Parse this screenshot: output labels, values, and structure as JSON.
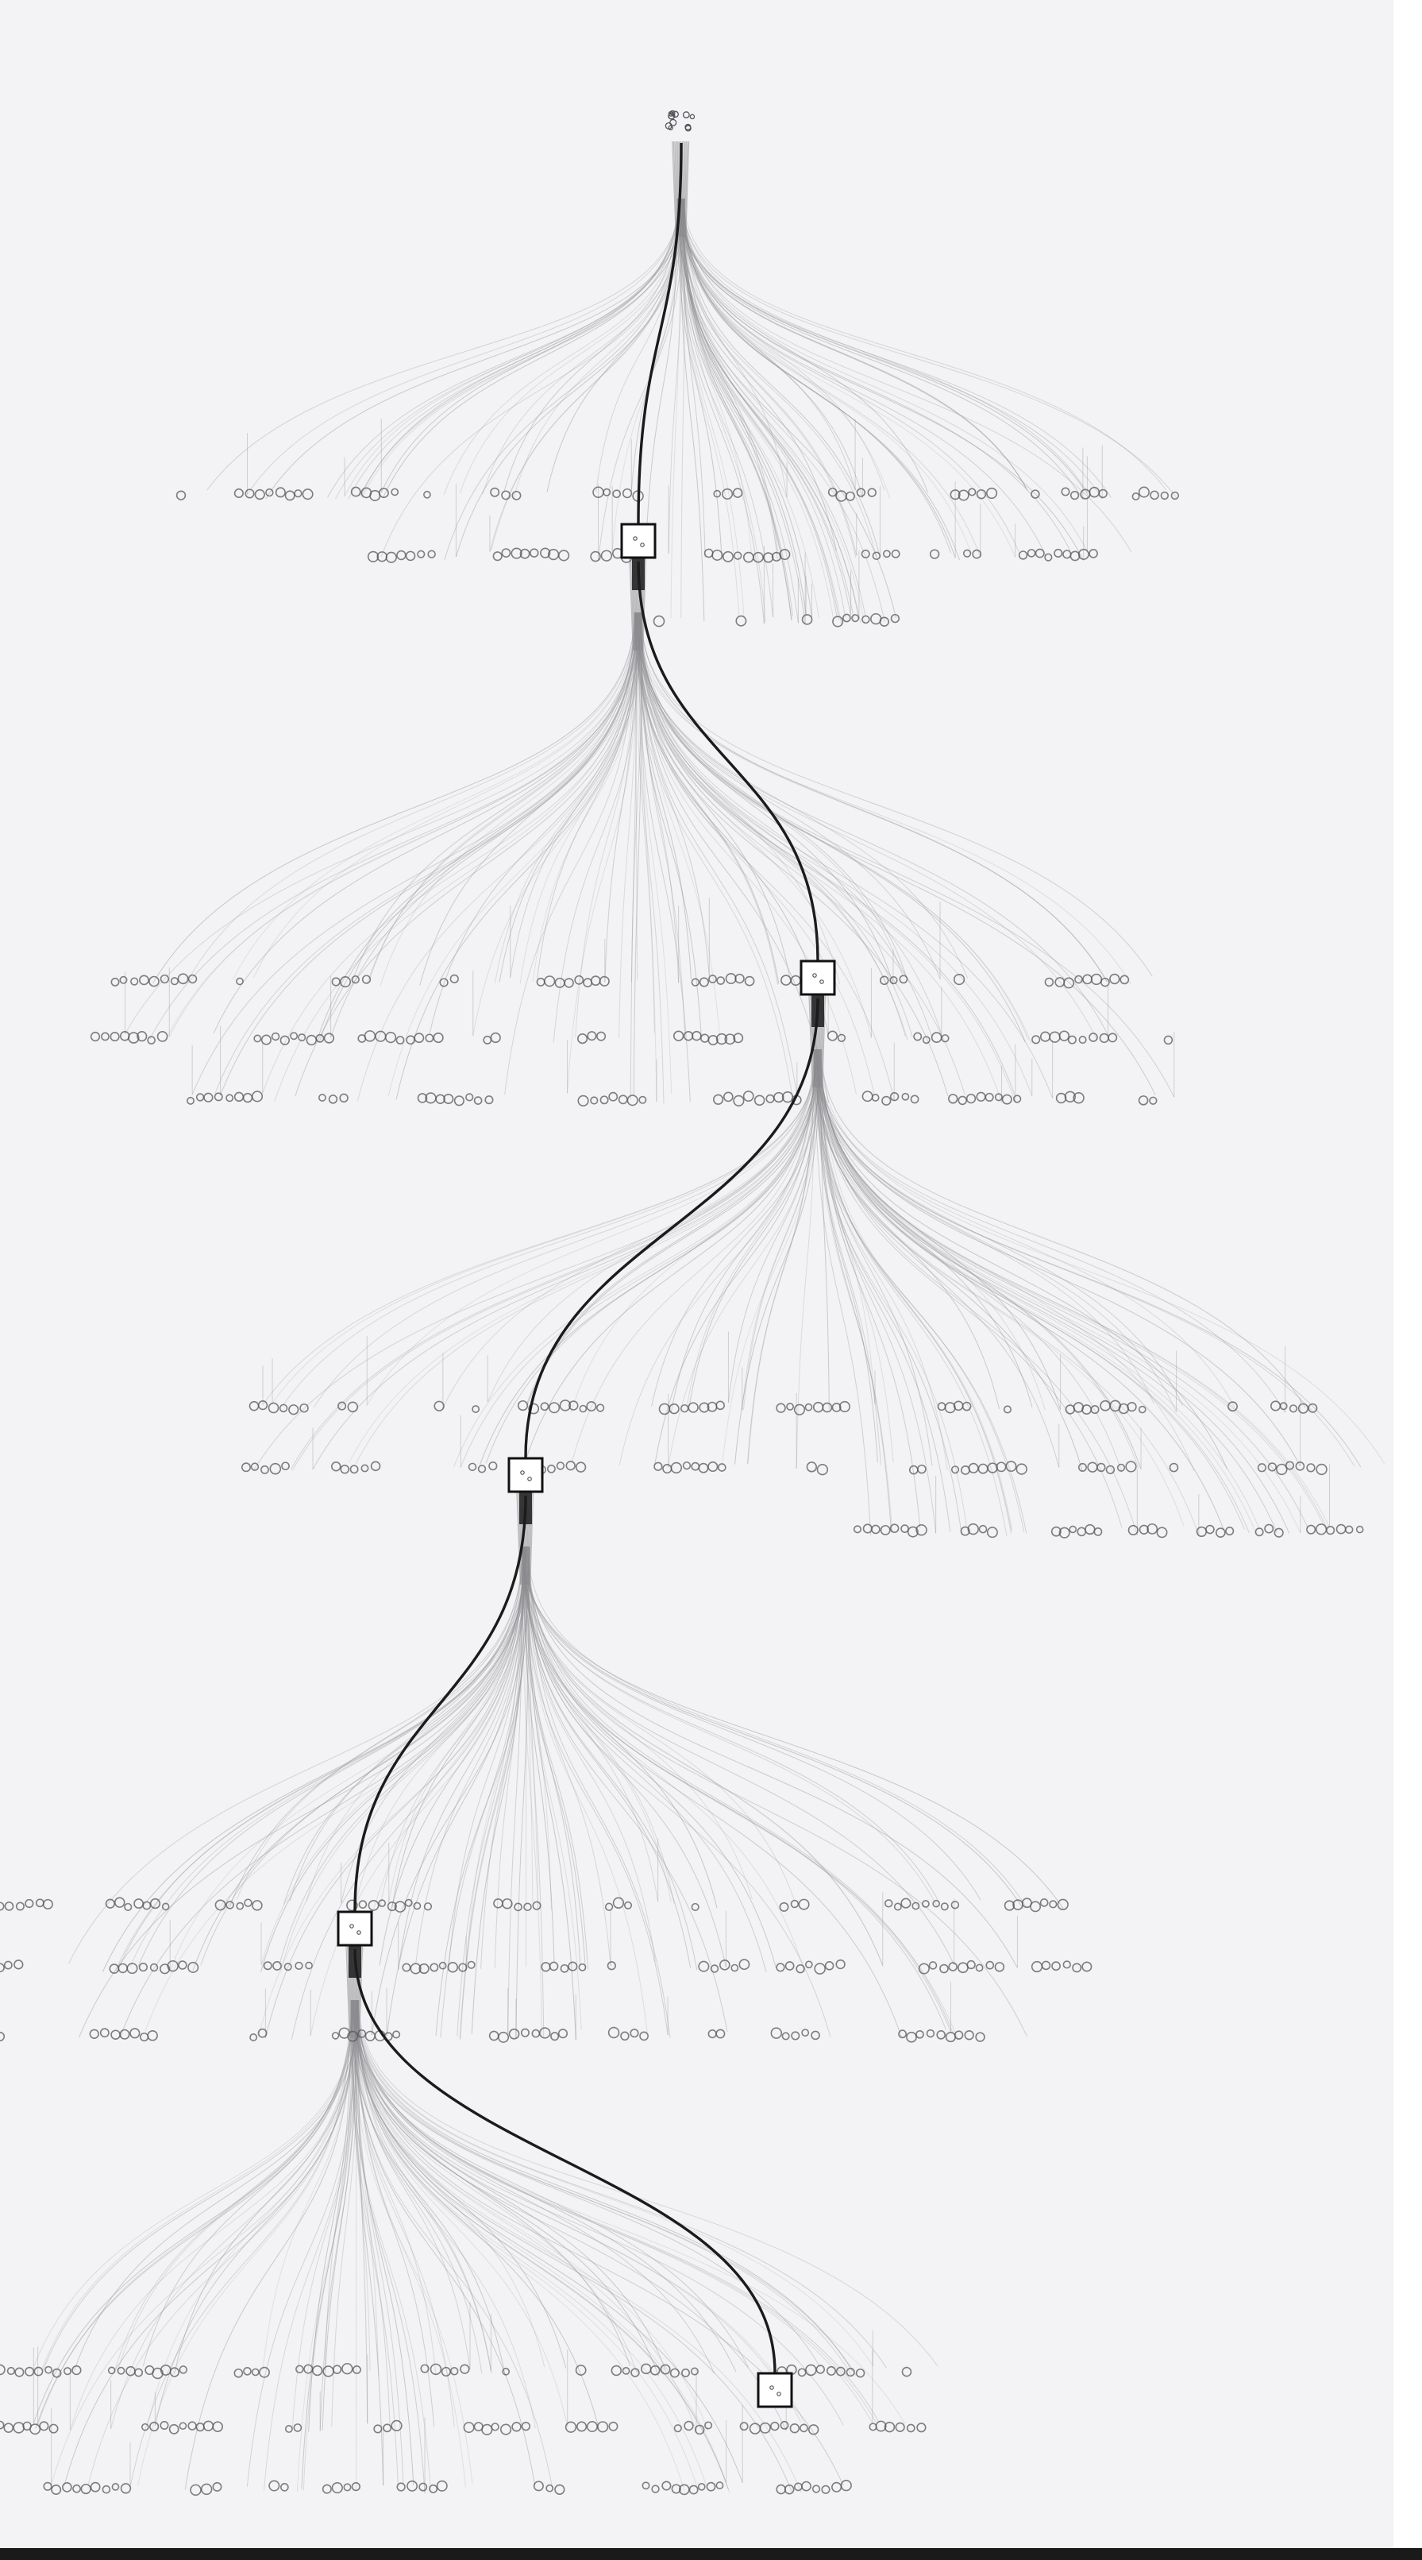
{
  "diagram": {
    "type": "branching-tree",
    "description_level": "pure-visual",
    "colors": {
      "background": "#f3f2f4",
      "main_path": "#1b1b1b",
      "branch": "#8d8c90",
      "leaf": "#55545a",
      "node_fill": "#ffffff",
      "node_stroke": "#111111"
    },
    "levels": 5,
    "selected_path_nodes": [
      "root",
      "node-1",
      "node-2",
      "node-3",
      "node-4",
      "node-5"
    ]
  }
}
